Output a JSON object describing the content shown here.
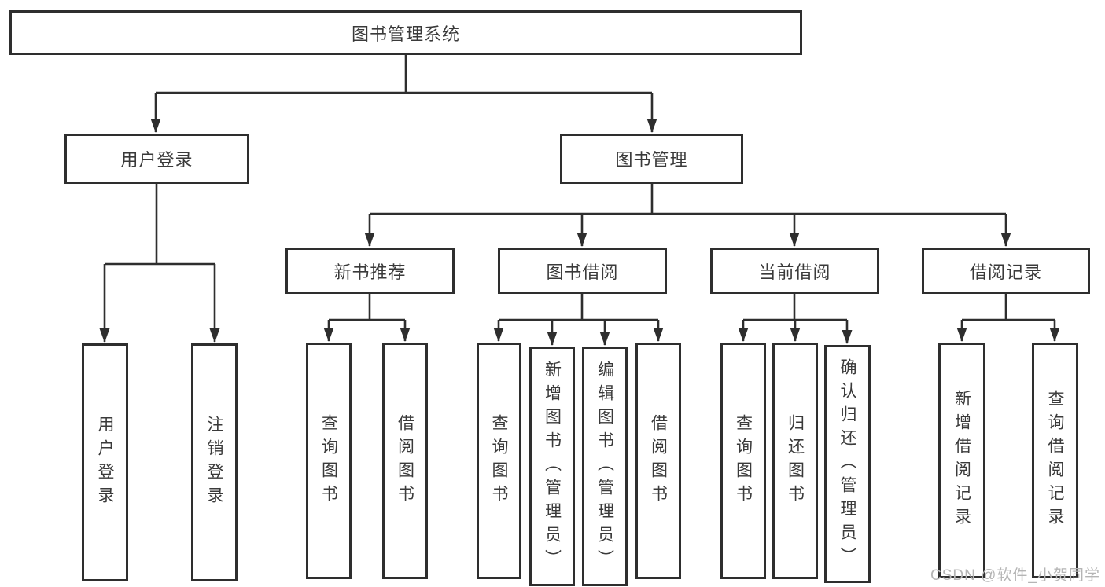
{
  "root_label": "图书管理系统",
  "branch_user": {
    "label": "用户登录",
    "children": [
      "用户登录",
      "注销登录"
    ]
  },
  "branch_book": {
    "label": "图书管理"
  },
  "sections": [
    {
      "label": "新书推荐",
      "children": [
        "查询图书",
        "借阅图书"
      ]
    },
    {
      "label": "图书借阅",
      "children": [
        "查询图书",
        "新增图书（管理员）",
        "编辑图书（管理员）",
        "借阅图书"
      ]
    },
    {
      "label": "当前借阅",
      "children": [
        "查询图书",
        "归还图书",
        "确认归还（管理员）"
      ]
    },
    {
      "label": "借阅记录",
      "children": [
        "新增借阅记录",
        "查询借阅记录"
      ]
    }
  ],
  "watermark": "CSDN @软件_小贺同学",
  "colors": {
    "line": "#2e2e2e",
    "text": "#3a3a3a",
    "watermark": "#b5b5b5",
    "background": "#ffffff"
  }
}
